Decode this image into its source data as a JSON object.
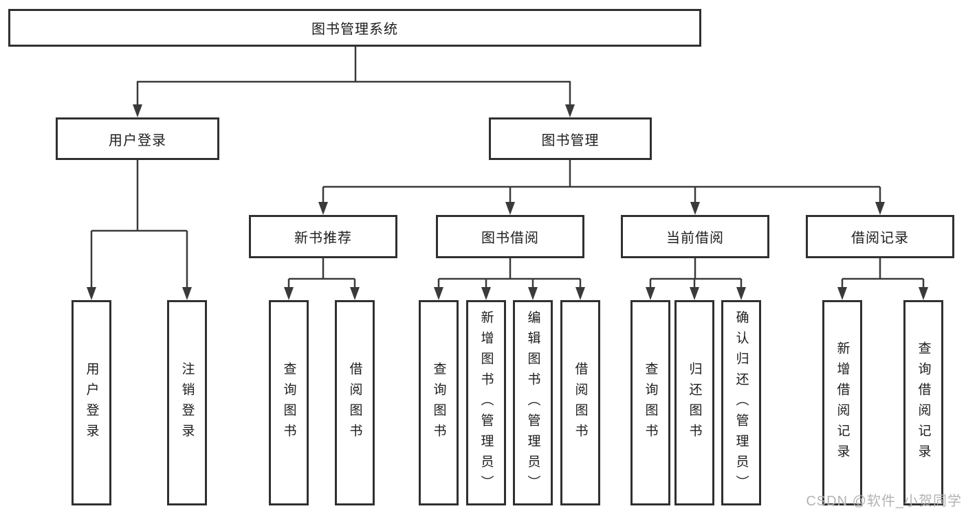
{
  "tree": {
    "label": "图书管理系统",
    "children": [
      {
        "label": "用户登录",
        "children": [
          {
            "label": "用户登录"
          },
          {
            "label": "注销登录"
          }
        ]
      },
      {
        "label": "图书管理",
        "children": [
          {
            "label": "新书推荐",
            "children": [
              {
                "label": "查询图书"
              },
              {
                "label": "借阅图书"
              }
            ]
          },
          {
            "label": "图书借阅",
            "children": [
              {
                "label": "查询图书"
              },
              {
                "label": "新增图书（管理员）"
              },
              {
                "label": "编辑图书（管理员）"
              },
              {
                "label": "借阅图书"
              }
            ]
          },
          {
            "label": "当前借阅",
            "children": [
              {
                "label": "查询图书"
              },
              {
                "label": "归还图书"
              },
              {
                "label": "确认归还（管理员）"
              }
            ]
          },
          {
            "label": "借阅记录",
            "children": [
              {
                "label": "新增借阅记录"
              },
              {
                "label": "查询借阅记录"
              }
            ]
          }
        ]
      }
    ]
  },
  "watermark": "CSDN @软件_小贺同学",
  "colors": {
    "background": "#ffffff",
    "box_border": "#303030",
    "wire": "#3a3a3a",
    "text": "#1d1d1d",
    "watermark": "#b3b3b3"
  }
}
